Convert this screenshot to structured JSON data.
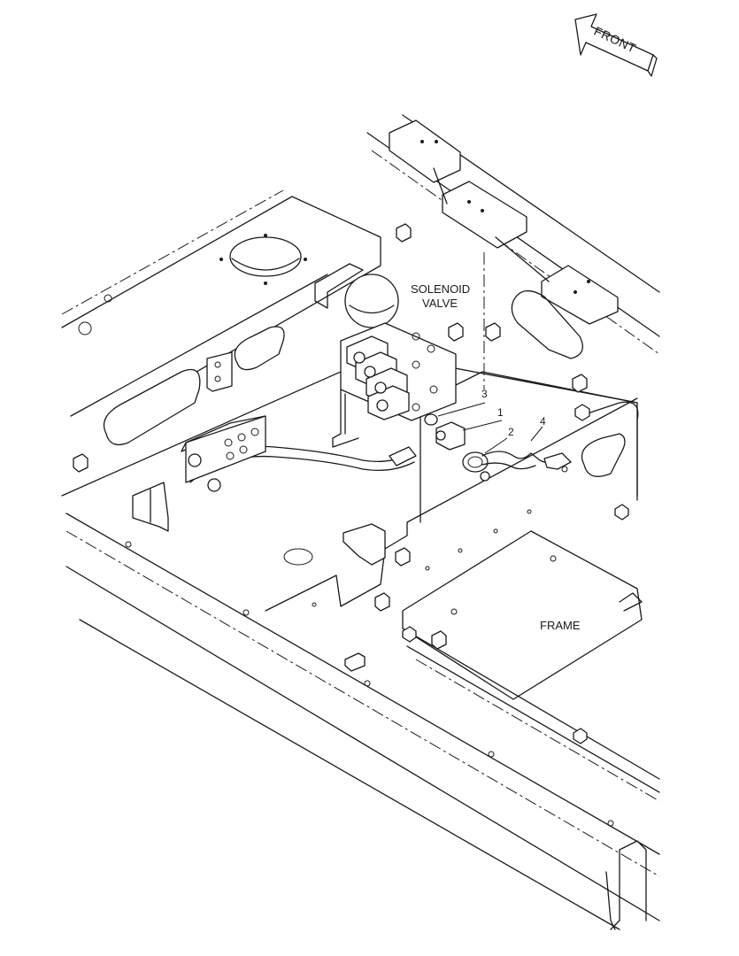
{
  "labels": {
    "front": "FRONT",
    "solenoid_line1": "SOLENOID",
    "solenoid_line2": "VALVE",
    "frame": "FRAME"
  },
  "callouts": [
    "1",
    "2",
    "3",
    "4"
  ]
}
